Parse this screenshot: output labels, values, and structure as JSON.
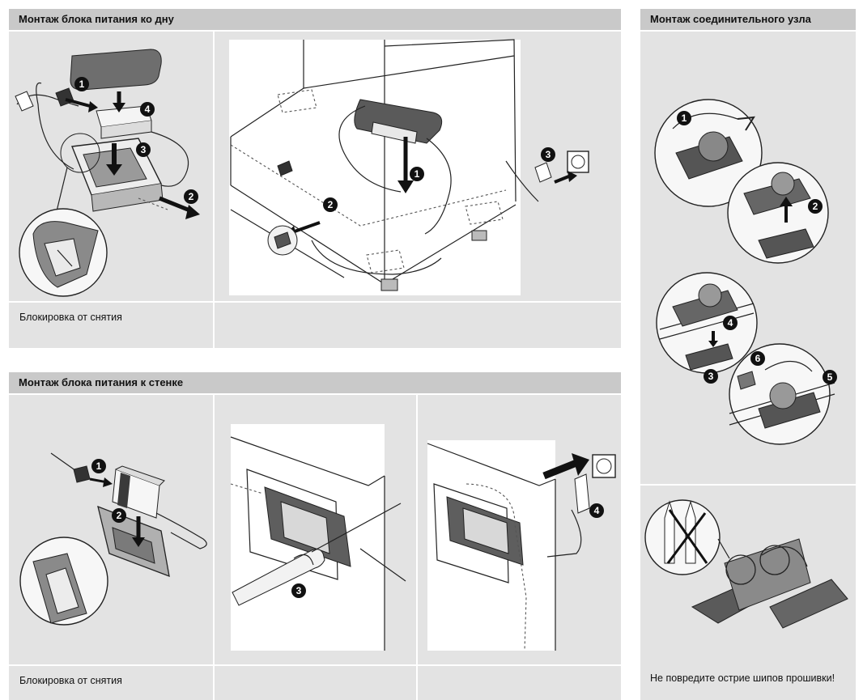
{
  "sections": {
    "bottom_mount": {
      "title": "Монтаж блока питания ко дну",
      "caption": "Блокировка от снятия"
    },
    "wall_mount": {
      "title": "Монтаж блока питания к стенке",
      "caption": "Блокировка от снятия"
    },
    "connector": {
      "title": "Монтаж соединительного узла",
      "caption": "Не повредите острие шипов прошивки!"
    }
  },
  "step_numbers": [
    "1",
    "2",
    "3",
    "4",
    "5",
    "6"
  ],
  "colors": {
    "header_bg": "#c9c9c9",
    "panel_bg": "#e3e3e3",
    "badge": "#111111"
  }
}
